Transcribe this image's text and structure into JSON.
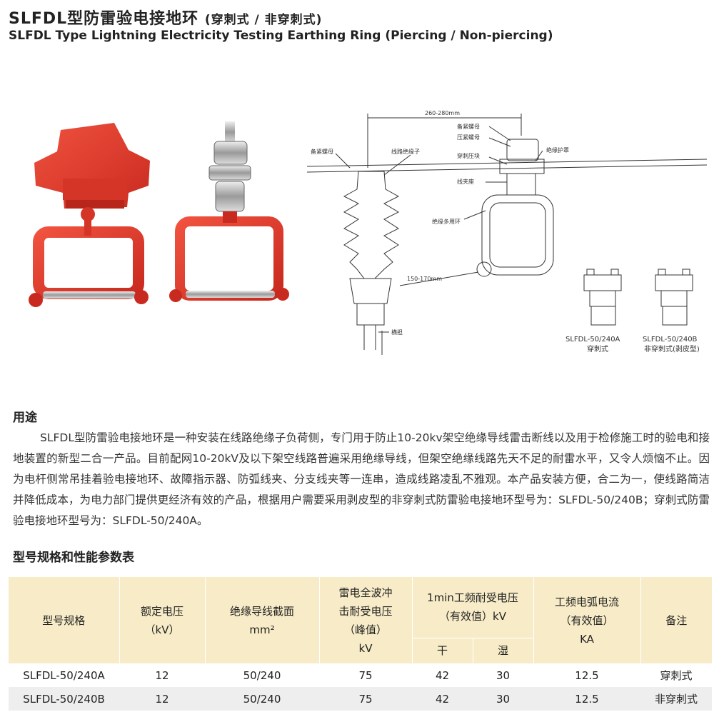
{
  "header": {
    "title_cn": "SLFDL型防雷验电接地环",
    "title_cn_suffix": "(穿刺式 / 非穿刺式)",
    "title_en": "SLFDL Type Lightning Electricity Testing Earthing Ring (Piercing / Non-piercing)"
  },
  "drawing": {
    "dim_top": "260-280mm",
    "dim_bottom": "150-170mm",
    "labels": {
      "bkzm_left": "备紧螺母",
      "xljyz": "线路绝缘子",
      "bkzm_right": "备紧螺母",
      "yjlm": "压紧螺母",
      "ccky": "穿刺压块",
      "jyhz": "绝缘护罩",
      "xjz": "线夹座",
      "jydyh": "绝缘多用环",
      "hd": "横担"
    },
    "model_a": "SLFDL-50/240A",
    "model_a_type": "穿刺式",
    "model_b": "SLFDL-50/240B",
    "model_b_type": "非穿刺式(剥皮型)"
  },
  "usage": {
    "heading": "用途",
    "text": "SLFDL型防雷验电接地环是一种安装在线路绝缘子负荷侧，专门用于防止10-20kv架空绝缘导线雷击断线以及用于检修施工时的验电和接地装置的新型二合一产品。目前配网10-20kV及以下架空线路普遍采用绝缘导线，但架空绝缘线路先天不足的耐雷水平，又令人烦恼不止。因为电杆侧常吊挂着验电接地环、故障指示器、防弧线夹、分支线夹等一连串，造成线路凌乱不雅观。本产品安装方便，合二为一，使线路简洁并降低成本，为电力部门提供更经济有效的产品，根据用户需要采用剥皮型的非穿刺式防雷验电接地环型号为：SLFDL-50/240B；穿刺式防雷验电接地环型号为：SLFDL-50/240A。"
  },
  "table": {
    "heading": "型号规格和性能参数表",
    "headers": {
      "model": "型号规格",
      "voltage_1": "额定电压",
      "voltage_2": "（kV）",
      "section_1": "绝缘导线截面",
      "section_2": "mm²",
      "impulse_1": "雷电全波冲",
      "impulse_2": "击耐受电压",
      "impulse_3": "（峰值）",
      "impulse_4": "kV",
      "freq_1": "1min工频耐受电压",
      "freq_2": "（有效值）kV",
      "dry": "干",
      "wet": "湿",
      "arc_1": "工频电弧电流",
      "arc_2": "（有效值）",
      "arc_3": "KA",
      "note": "备注"
    },
    "rows": [
      [
        "SLFDL-50/240A",
        "12",
        "50/240",
        "75",
        "42",
        "30",
        "12.5",
        "穿刺式"
      ],
      [
        "SLFDL-50/240B",
        "12",
        "50/240",
        "75",
        "42",
        "30",
        "12.5",
        "非穿刺式"
      ]
    ]
  },
  "colors": {
    "product_red": "#e23a2c",
    "table_header": "#f8ecc8",
    "row_alt": "#eeeeee"
  }
}
